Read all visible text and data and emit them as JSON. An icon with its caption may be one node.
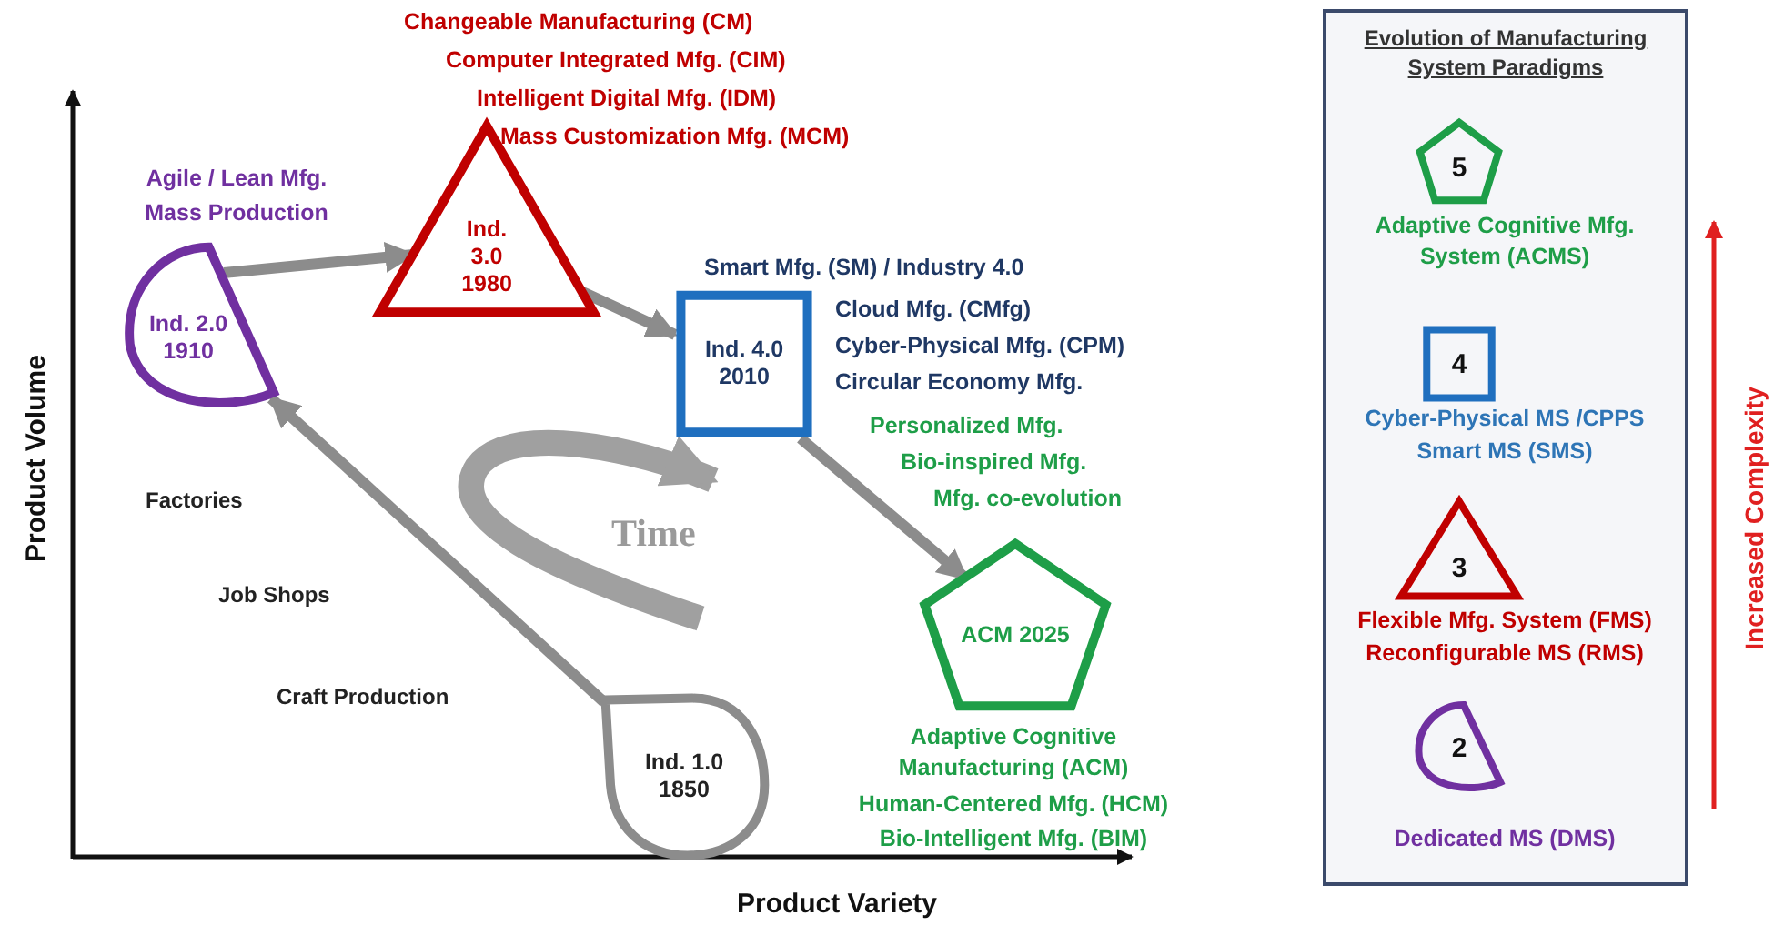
{
  "diagram": {
    "nodes": [
      {
        "text": [
          "Ind. 1.0 1850"
        ]
      },
      {
        "text": [
          "Ind. 2.0 1910"
        ],
        "beside": [
          "Agile / Lean Mfg.",
          "Mass Production"
        ]
      },
      {
        "text": [
          "Ind. 3.0 1980"
        ],
        "beside": [
          "Changeable Manufacturing (CM)",
          "Computer Integrated Mfg. (CIM)",
          "Intelligent Digital Mfg. (IDM)",
          "Mass Customization Mfg. (MCM)"
        ]
      },
      {
        "text": [
          "Ind. 4.0 2010"
        ],
        "beside": [
          "Smart Mfg. (SM) / Industry 4.0",
          "Cloud Mfg. (CMfg)",
          "Cyber-Physical Mfg. (CPM)",
          "Circular Economy Mfg."
        ]
      },
      {
        "text": [
          "ACM 2025"
        ],
        "beside": [
          "Personalized Mfg.",
          "Bio-inspired Mfg.",
          "Mfg. co-evolution",
          "Adaptive Cognitive Manufacturing (ACM)",
          "Human-Centered Mfg. (HCM)",
          "Bio-Intelligent Mfg. (BIM)"
        ]
      },
      {
        "text": [
          "Evolution of Manufacturing System Paradigms"
        ]
      },
      {
        "text": [
          "5"
        ],
        "in": 5,
        "beside": [
          "Adaptive Cognitive Mfg. System (ACMS)"
        ]
      },
      {
        "text": [
          "4"
        ],
        "in": 5,
        "beside": [
          "Cyber-Physical MS /CPPS",
          "Smart MS (SMS)"
        ]
      },
      {
        "text": [
          "3"
        ],
        "in": 5,
        "beside": [
          "Flexible Mfg. System (FMS)",
          "Reconfigurable MS (RMS)"
        ]
      },
      {
        "text": [
          "2"
        ],
        "in": 5,
        "beside": [
          "Dedicated MS (DMS)"
        ]
      }
    ],
    "edges": [
      {
        "from": 0,
        "to": 1,
        "arrow": "to"
      },
      {
        "from": 1,
        "to": 2,
        "arrow": "to"
      },
      {
        "from": 2,
        "to": 3,
        "arrow": "to"
      },
      {
        "from": 3,
        "to": 4,
        "arrow": "to"
      }
    ],
    "labels": [
      "Product Volume",
      "Factories",
      "Time",
      "Job Shops",
      "Craft Production",
      "Product Variety",
      "Increased Complexity"
    ]
  }
}
